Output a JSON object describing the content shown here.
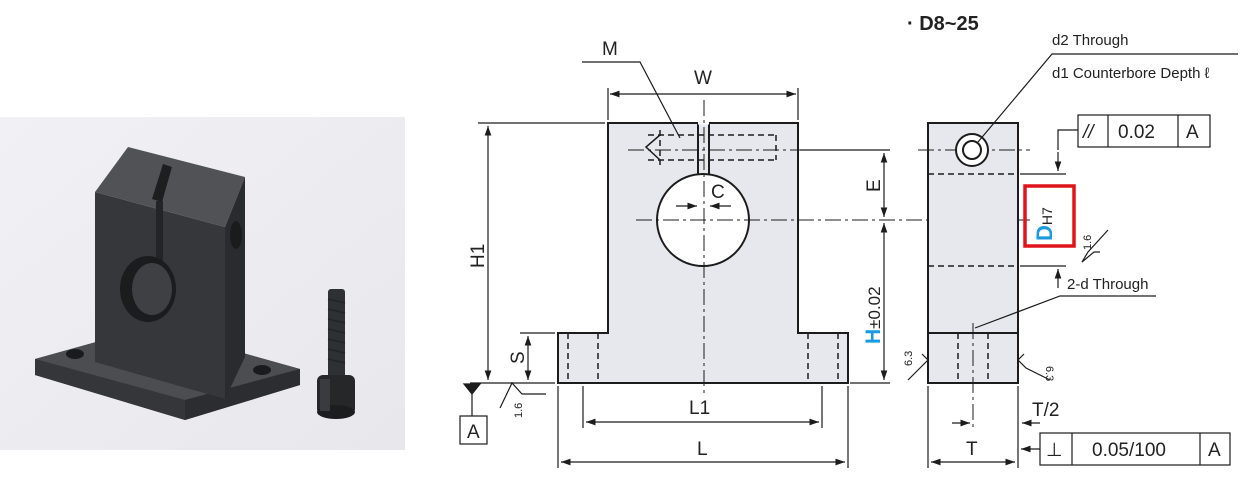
{
  "product_photo": {
    "subject": "shaft-support-bracket-and-bolt"
  },
  "drawing": {
    "size_range": "· D8~25",
    "labels": {
      "M": "M",
      "W": "W",
      "C": "C",
      "E": "E",
      "H1": "H1",
      "S": "S",
      "L1": "L1",
      "L": "L",
      "H": "H",
      "H_tol": "±0.02",
      "D": "D",
      "D_fit": "H7",
      "T": "T",
      "T_half": "T/2",
      "datum": "A"
    },
    "notes": {
      "d2": "d2 Through",
      "d1": "d1 Counterbore Depth ℓ",
      "two_d": "2-d Through"
    },
    "roughness": {
      "bore": "1.6",
      "base": "1.6",
      "left": "6.3",
      "right": "6.3"
    },
    "tolerance_parallel": {
      "symbol": "//",
      "value": "0.02",
      "datum": "A"
    },
    "tolerance_perpendicular": {
      "symbol": "⊥",
      "value": "0.05/100",
      "datum": "A"
    },
    "colors": {
      "highlight_text": "#1a9be0",
      "highlight_box": "#e0151b",
      "part_fill": "#e6e8ed",
      "line": "#1c1c1c"
    }
  }
}
